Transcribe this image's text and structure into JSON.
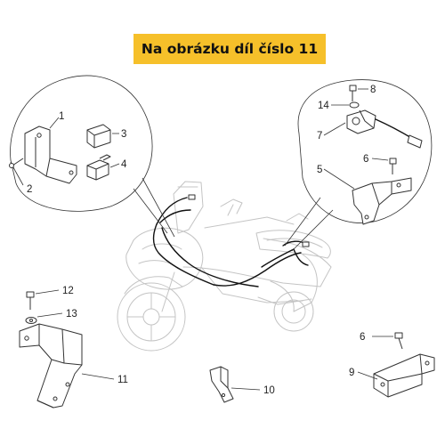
{
  "banner": {
    "title": "Na obrázku díl číslo 11"
  },
  "callouts": {
    "c1": "1",
    "c2": "2",
    "c3": "3",
    "c4": "4",
    "c5": "5",
    "c6a": "6",
    "c6b": "6",
    "c7": "7",
    "c8": "8",
    "c9": "9",
    "c10": "10",
    "c11": "11",
    "c12": "12",
    "c13": "13",
    "c14": "14"
  },
  "colors": {
    "banner": "#f6c02a",
    "ink": "#333333",
    "bike_outline": "#c4c4c4"
  }
}
